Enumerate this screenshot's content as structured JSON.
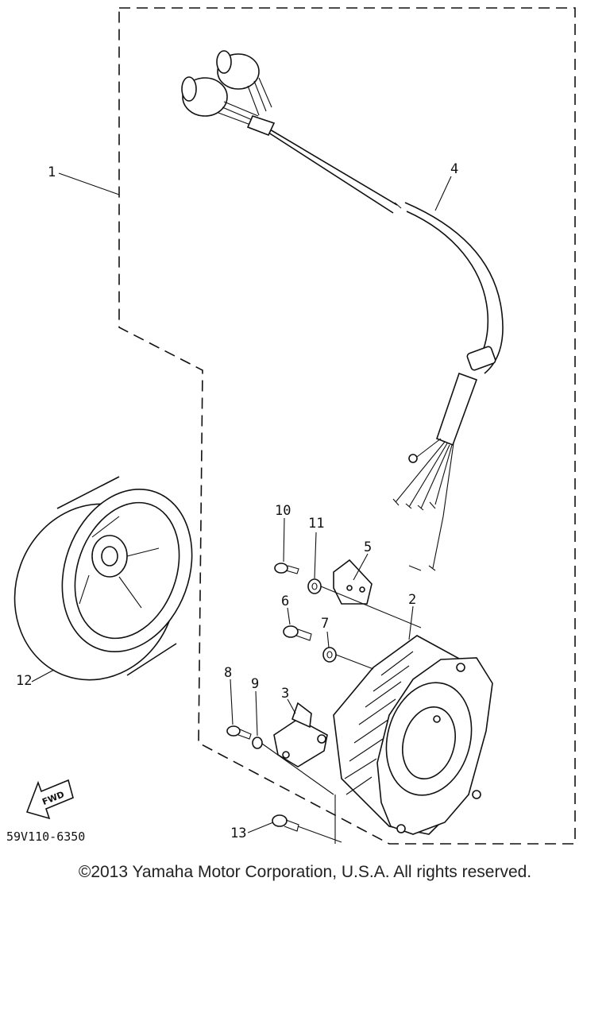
{
  "callouts": {
    "c1": "1",
    "c2": "2",
    "c3": "3",
    "c4": "4",
    "c5": "5",
    "c6": "6",
    "c7": "7",
    "c8": "8",
    "c9": "9",
    "c10": "10",
    "c11": "11",
    "c12": "12",
    "c13": "13"
  },
  "diagram_code": "59V110-6350",
  "fwd_label": "FWD",
  "copyright": "©2013 Yamaha Motor Corporation, U.S.A. All rights reserved."
}
